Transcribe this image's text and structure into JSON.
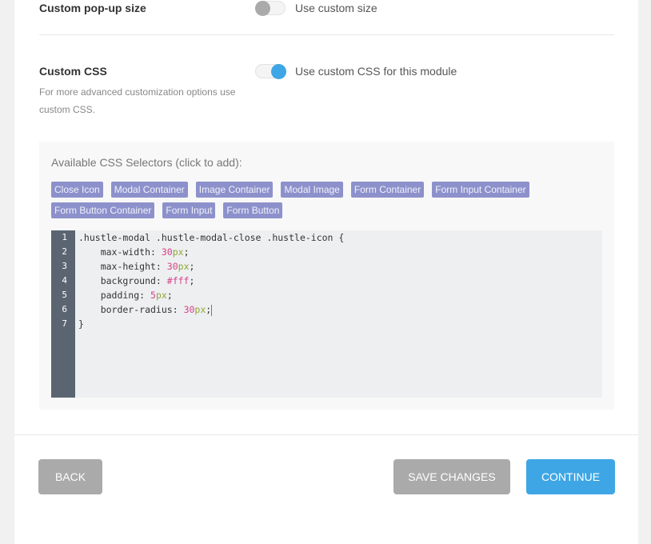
{
  "top_row": {
    "label": "Custom pop-up size",
    "toggle_label": "Use custom size",
    "toggle_on": false
  },
  "custom_css": {
    "title": "Custom CSS",
    "description": "For more advanced customization options use custom CSS.",
    "toggle_label": "Use custom CSS for this module",
    "toggle_on": true
  },
  "selectors": {
    "title": "Available CSS Selectors (click to add):",
    "items": [
      "Close Icon",
      "Modal Container",
      "Image Container",
      "Modal Image",
      "Form Container",
      "Form Input Container",
      "Form Button Container",
      "Form Input",
      "Form Button"
    ]
  },
  "editor": {
    "lines": [
      [
        {
          "t": ".hustle-modal .hustle-modal-close .hustle-icon {",
          "c": ""
        }
      ],
      [
        {
          "t": "    max-width: ",
          "c": ""
        },
        {
          "t": "30",
          "c": "num"
        },
        {
          "t": "px",
          "c": "unit"
        },
        {
          "t": ";",
          "c": ""
        }
      ],
      [
        {
          "t": "    max-height: ",
          "c": ""
        },
        {
          "t": "30",
          "c": "num"
        },
        {
          "t": "px",
          "c": "unit"
        },
        {
          "t": ";",
          "c": ""
        }
      ],
      [
        {
          "t": "    background: ",
          "c": ""
        },
        {
          "t": "#fff",
          "c": "num"
        },
        {
          "t": ";",
          "c": ""
        }
      ],
      [
        {
          "t": "    padding: ",
          "c": ""
        },
        {
          "t": "5",
          "c": "num"
        },
        {
          "t": "px",
          "c": "unit"
        },
        {
          "t": ";",
          "c": ""
        }
      ],
      [
        {
          "t": "    border-radius: ",
          "c": ""
        },
        {
          "t": "30",
          "c": "num"
        },
        {
          "t": "px",
          "c": "unit"
        },
        {
          "t": ";",
          "c": ""
        }
      ],
      [
        {
          "t": "}",
          "c": ""
        }
      ]
    ]
  },
  "footer": {
    "back": "BACK",
    "save": "SAVE CHANGES",
    "continue": "CONTINUE"
  },
  "colors": {
    "accent": "#3ea6e5",
    "chip": "#8d91cb",
    "gutter": "#5a6571",
    "button_gray": "#aaaaaa"
  }
}
